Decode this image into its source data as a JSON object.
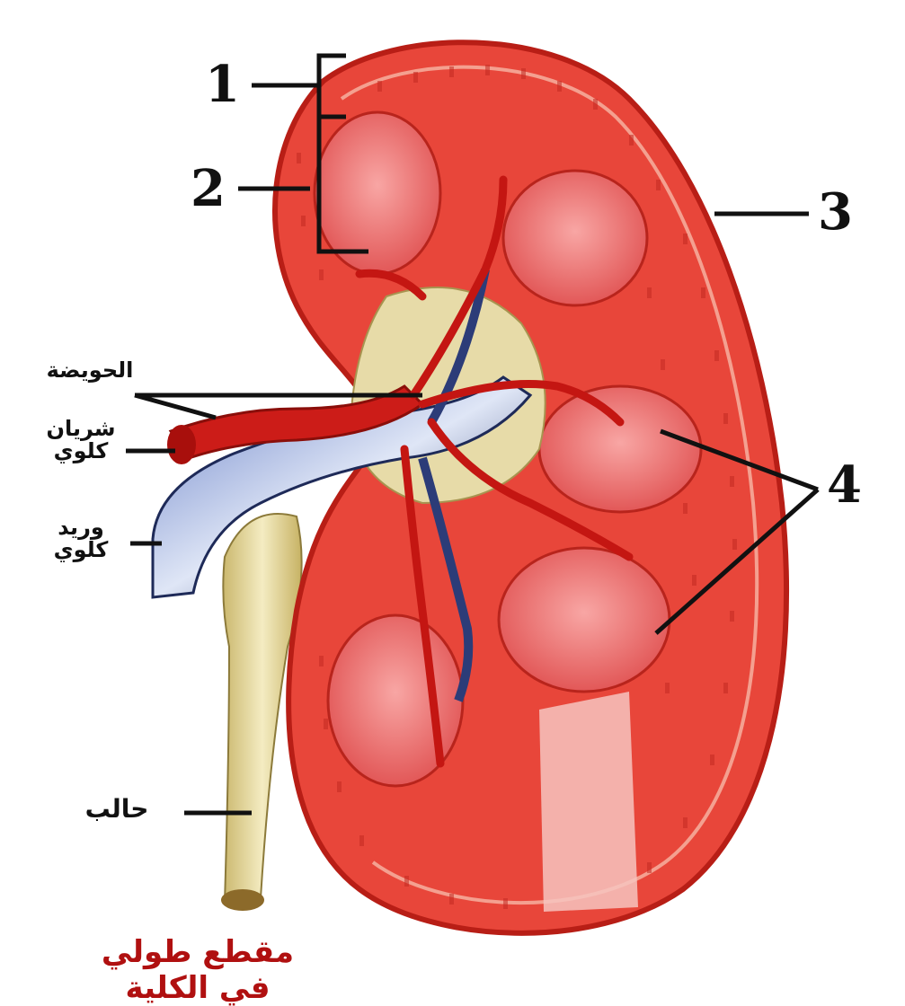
{
  "diagram": {
    "numbered_labels": [
      "1",
      "2",
      "3",
      "4"
    ],
    "arabic_labels": {
      "pelvis": "الحويضة",
      "artery": "شريان كلوي",
      "vein": "وريد كلوي",
      "ureter": "حالب"
    },
    "caption": "مقطع طولي في الكلية",
    "colors": {
      "kidney_red": "#e8463a",
      "capsule": "#d23024",
      "pyramid": "#f07a78",
      "artery": "#cc1c18",
      "vein": "#3a4f8a",
      "ureter": "#e6d6a2",
      "label_line": "#111111"
    }
  }
}
